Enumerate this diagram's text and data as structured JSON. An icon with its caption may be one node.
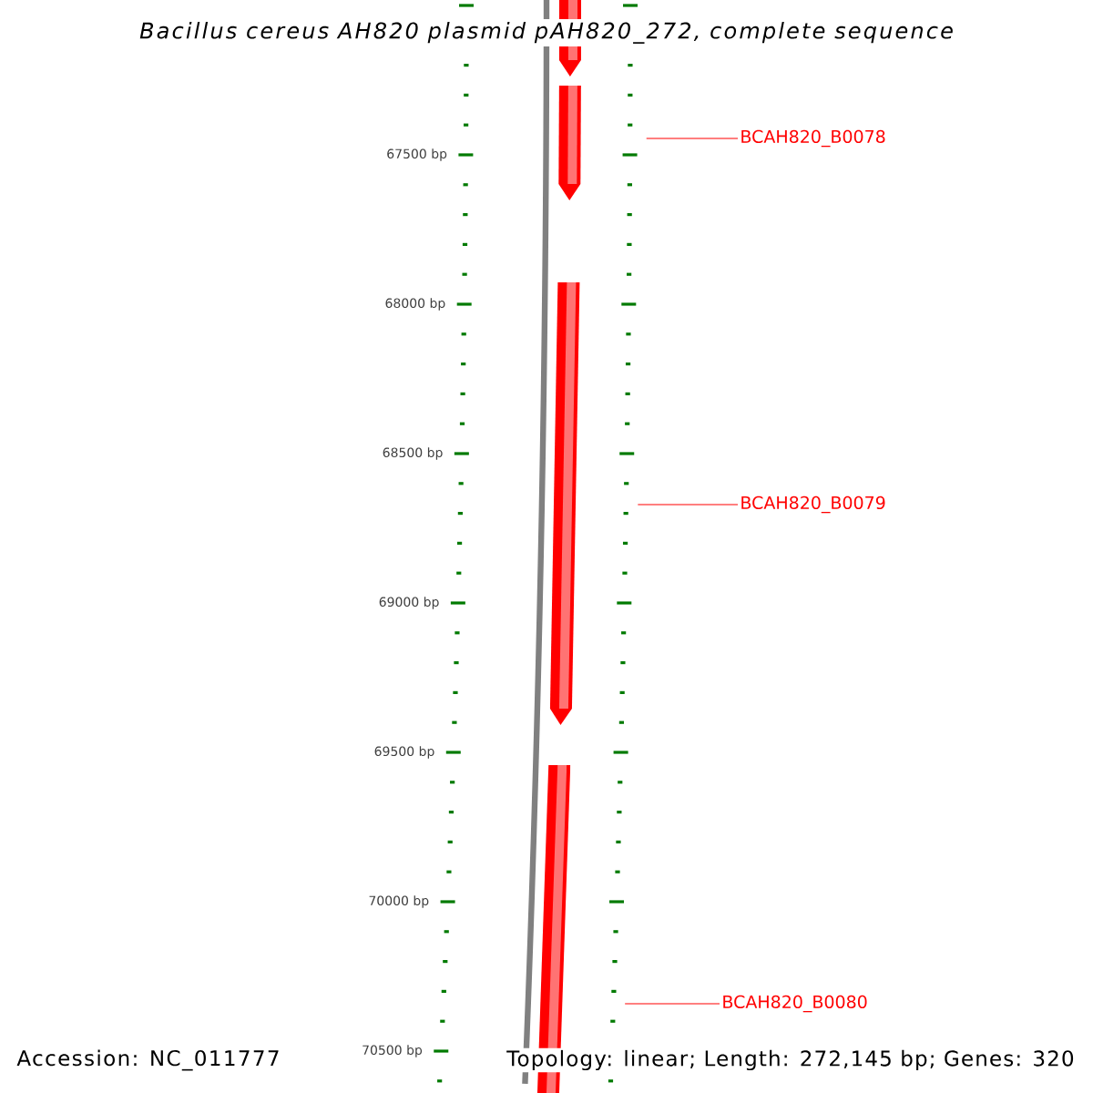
{
  "diagram": {
    "title": "Bacillus cereus AH820 plasmid pAH820_272, complete sequence",
    "nodes": [
      {
        "text": [],
        "shape": "arrow"
      },
      {
        "text": [],
        "shape": "arrow"
      },
      {
        "text": [],
        "shape": "arrow"
      },
      {
        "text": [],
        "shape": "arrow"
      },
      {
        "text": [
          "BCAH820_B0078"
        ]
      },
      {
        "text": [
          "BCAH820_B0079"
        ]
      },
      {
        "text": [
          "BCAH820_B0080"
        ]
      }
    ],
    "edges": [
      {
        "from": 4,
        "to": 1,
        "arrow": "none"
      },
      {
        "from": 5,
        "to": 2,
        "arrow": "none"
      },
      {
        "from": 6,
        "to": 3,
        "arrow": "none"
      }
    ],
    "labels": [
      "67500 bp",
      "68000 bp",
      "68500 bp",
      "69000 bp",
      "69500 bp",
      "70000 bp",
      "70500 bp",
      "Accession: NC_011777",
      "Topology: linear; Length: 272,145 bp; Genes: 320"
    ]
  }
}
